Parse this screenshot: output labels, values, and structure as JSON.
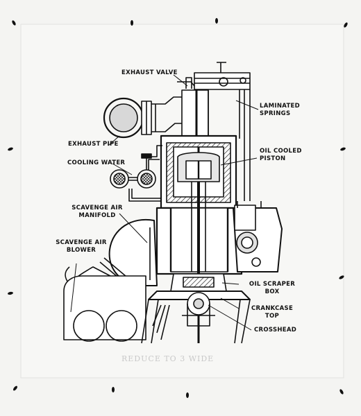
{
  "labels": {
    "exhaust_valve": "EXHAUST VALVE",
    "laminated_springs": "LAMINATED\nSPRINGS",
    "exhaust_pipe": "EXHAUST PIPE",
    "oil_cooled_piston": "OIL COOLED\nPISTON",
    "cooling_water": "COOLING WATER",
    "scavenge_air_manifold": "SCAVENGE AIR\nMANIFOLD",
    "scavenge_air_blower": "SCAVENGE AIR\nBLOWER",
    "oil_scraper_box": "OIL SCRAPER\nBOX",
    "crankcase_top": "CRANKCASE\nTOP",
    "crosshead": "CROSSHEAD"
  },
  "margin_note": "REDUCE TO 3 WIDE",
  "colors": {
    "ink": "#111111",
    "paper": "#f4f4f2",
    "faint": "#c9c9c9"
  }
}
